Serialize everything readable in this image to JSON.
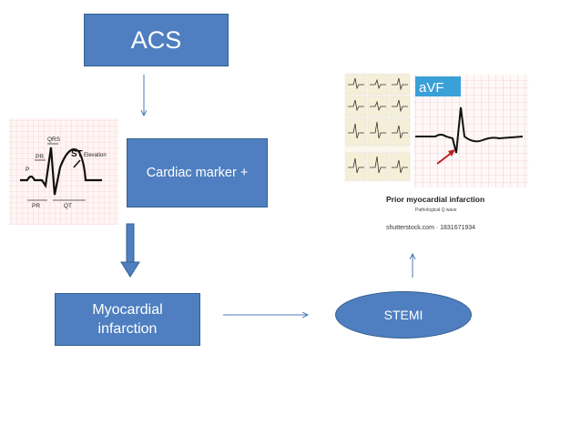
{
  "nodes": {
    "acs": "ACS",
    "cardiac_marker": "Cardiac marker +",
    "myocardial_infarction": "Myocardial infarction",
    "stemi": "STEMI"
  },
  "ecg_left": {
    "labels": {
      "qrs": "QRS",
      "st": "ST",
      "elevation": "Elevation",
      "pr_segment": "PR",
      "p": "P",
      "pr_interval": "PR",
      "qt": "QT"
    }
  },
  "ecg_right": {
    "lead": "aVF",
    "title": "Prior myocardial infarction",
    "subtitle": "Pathological Q wave",
    "watermark": "shutterstock.com · 1831671934"
  },
  "colors": {
    "box_fill": "#4f7fc0",
    "box_border": "#35608f",
    "arrow": "#4a7ab8",
    "ecg_grid": "#f3c4c4",
    "lead_label_bg": "#3aa0d8"
  }
}
